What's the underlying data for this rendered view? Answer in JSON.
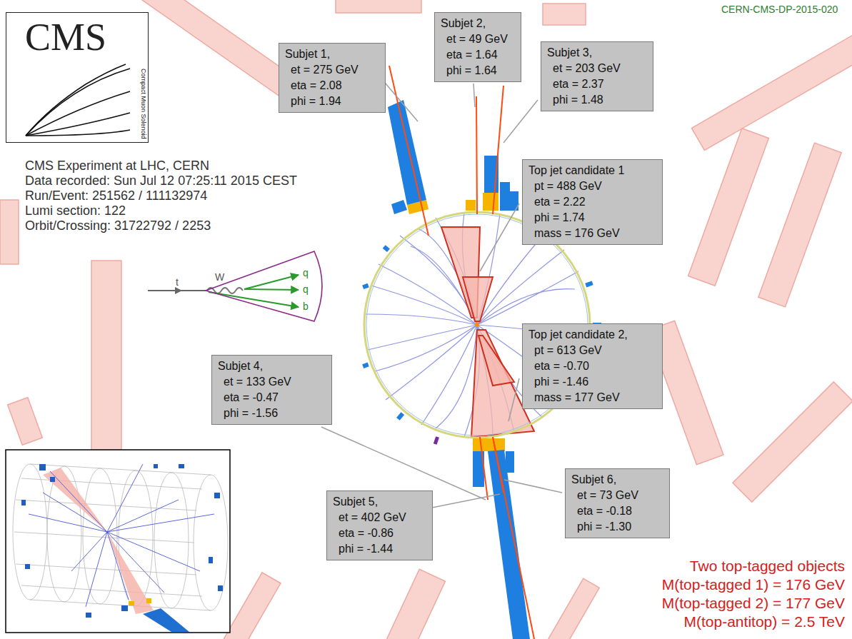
{
  "diagram": {
    "nodes": [
      {
        "text": [
          "CMS",
          "Compact Muon Solenoid"
        ]
      },
      {
        "text": [
          "Subjet 2,",
          "et = 49 GeV",
          "eta = 1.64",
          "phi = 1.64"
        ]
      },
      {
        "text": [
          "Subjet 1,",
          "et = 275 GeV",
          "eta = 2.08",
          "phi = 1.94"
        ]
      },
      {
        "text": [
          "Subjet 3,",
          "et = 203 GeV",
          "eta = 2.37",
          "phi = 1.48"
        ]
      },
      {
        "text": [
          "Top jet candidate 1",
          "pt = 488 GeV",
          "eta = 2.22",
          "phi = 1.74",
          "mass = 176 GeV"
        ]
      },
      {
        "text": [
          "Top jet candidate 2,",
          "pt = 613 GeV",
          "eta = -0.70",
          "phi = -1.46",
          "mass = 177 GeV"
        ]
      },
      {
        "text": [
          "Subjet 4,",
          "et = 133 GeV",
          "eta = -0.47",
          "phi = -1.56"
        ]
      },
      {
        "text": [
          "Subjet 6,",
          "et = 73 GeV",
          "eta = -0.18",
          "phi = -1.30"
        ]
      },
      {
        "text": [
          "Subjet 5,",
          "et = 402 GeV",
          "eta = -0.86",
          "phi = -1.44"
        ]
      }
    ],
    "labels": [
      "CERN-CMS-DP-2015-020",
      "CMS Experiment at LHC, CERN",
      "Data recorded: Sun Jul 12 07:25:11 2015 CEST",
      "Run/Event: 251562 / 111132974",
      "Lumi section: 122",
      "Orbit/Crossing: 31722792 / 2253",
      "t",
      "W",
      "q",
      "q",
      "b",
      "Two top-tagged objects",
      "M(top-tagged 1) = 176 GeV",
      "M(top-tagged 2) = 177 GeV",
      "M(top-antitop) = 2.5 TeV"
    ]
  }
}
